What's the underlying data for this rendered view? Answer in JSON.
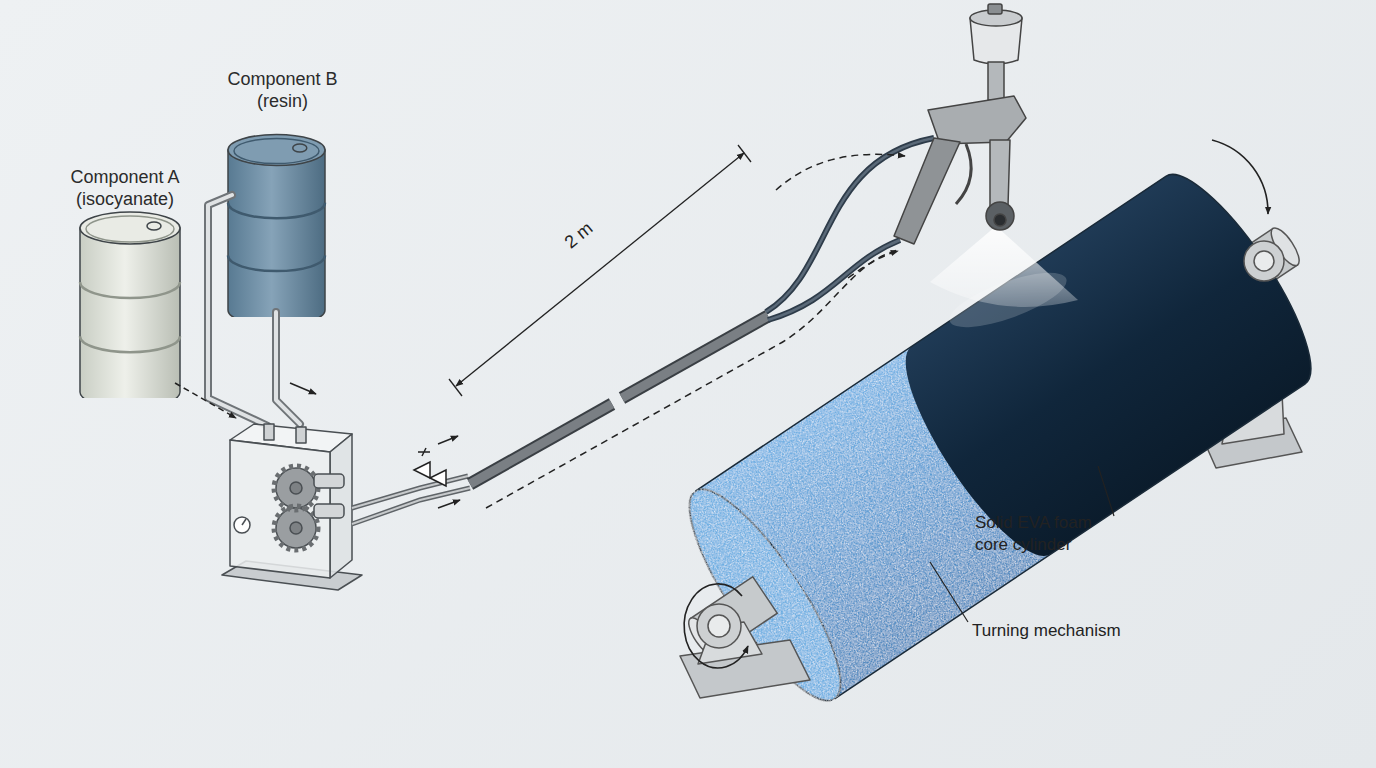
{
  "diagram": {
    "nodes": [
      {
        "text": [
          "Component A (isocyanate)"
        ]
      },
      {
        "text": [
          "Component B (resin)"
        ]
      }
    ],
    "labels": [
      "2 m",
      "Solid EVA foam core cylinder",
      "Turning mechanism"
    ]
  }
}
